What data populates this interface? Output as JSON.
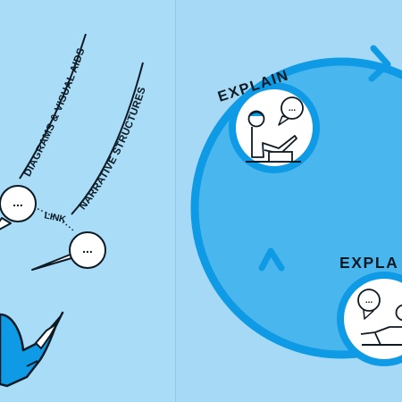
{
  "left_panel": {
    "curve_label_1": "DIAGRAMS & VISUAL AIDS",
    "curve_label_2": "NARRATIVE STRUCTURES",
    "link_label": "LINK",
    "bubble_text": "..."
  },
  "right_panel": {
    "node_top_label": "EXPLAIN",
    "node_bottom_label": "EXPLA",
    "bubble_text": "..."
  },
  "colors": {
    "background_left": "#a8dcf7",
    "background_right": "#a5d9f5",
    "cycle_fill": "#49b6ee",
    "cycle_stroke": "#0f9ae6",
    "ink": "#0d1a24",
    "figure_blue": "#0f9ae6"
  }
}
